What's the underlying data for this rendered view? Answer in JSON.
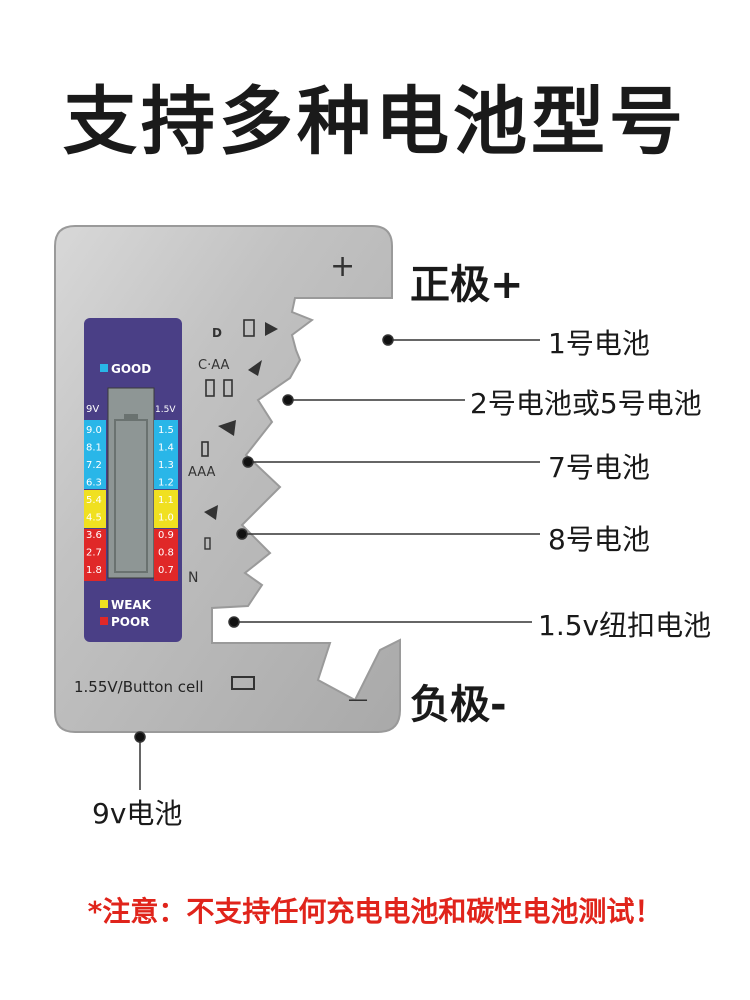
{
  "title": "支持多种电池型号",
  "poles": {
    "positive": "正极+",
    "negative": "负极-"
  },
  "callouts": {
    "d_battery": "1号电池",
    "c_aa_battery": "2号电池或5号电池",
    "aaa_battery": "7号电池",
    "n_battery": "8号电池",
    "button_cell": "1.5v纽扣电池",
    "nine_volt": "9v电池"
  },
  "device": {
    "plus_sign": "+",
    "minus_sign": "—",
    "slot_labels": {
      "d": "D",
      "c_aa": "C·AA",
      "aaa": "AAA",
      "n": "N"
    },
    "good_label": "GOOD",
    "weak_label": "WEAK",
    "poor_label": "POOR",
    "bottom_label": "1.55V/Button cell",
    "scale_left_header": "9V",
    "scale_right_header": "1.5V",
    "scale_left": [
      "9.0",
      "8.1",
      "7.2",
      "6.3",
      "5.4",
      "4.5",
      "3.6",
      "2.7",
      "1.8"
    ],
    "scale_right": [
      "1.5",
      "1.4",
      "1.3",
      "1.2",
      "1.1",
      "1.0",
      "0.9",
      "0.8",
      "0.7"
    ],
    "colors": {
      "good": "#29b6e8",
      "weak": "#f0e020",
      "poor": "#e02828",
      "panel": "#4a3f86"
    }
  },
  "warning": "*注意：不支持任何充电电池和碳性电池测试！"
}
